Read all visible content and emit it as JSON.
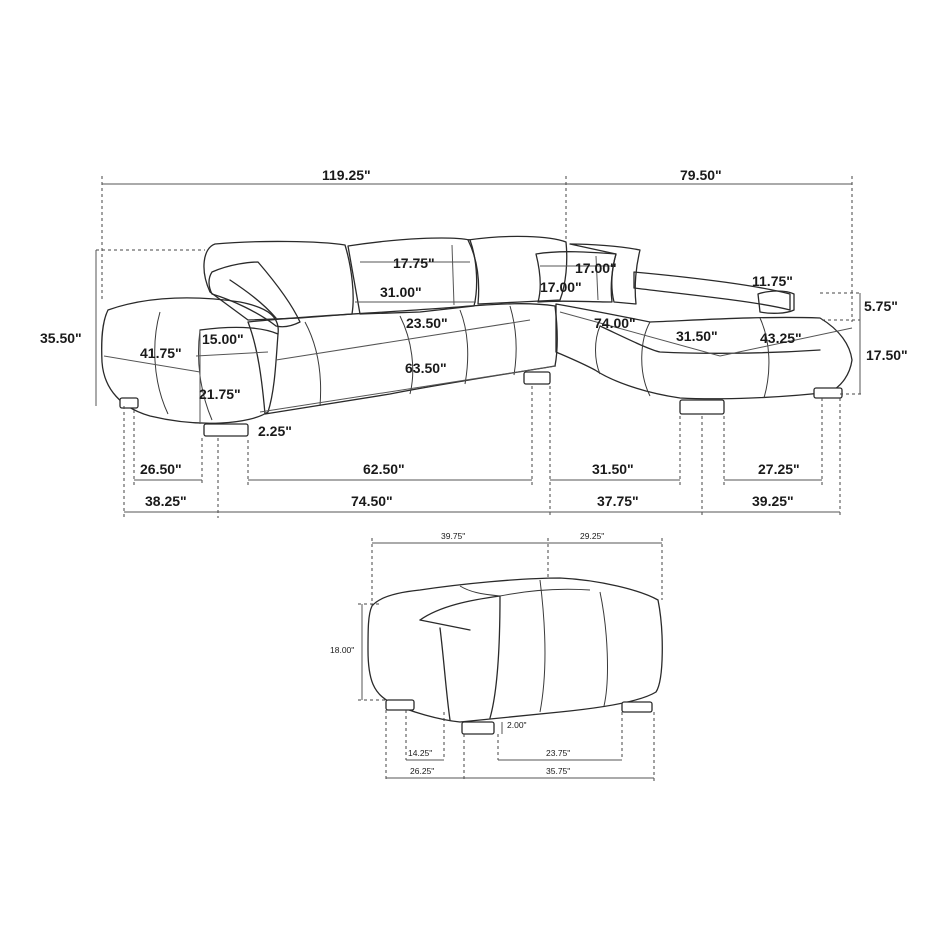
{
  "sectional": {
    "overall_width": "119.25\"",
    "chaise_width": "79.50\"",
    "overall_height": "35.50\"",
    "back_cushion_height": "17.75\"",
    "back_cushion_width": "31.00\"",
    "seat_depth_inner": "23.50\"",
    "pillow_width": "17.00\"",
    "pillow_height": "17.00\"",
    "chaise_length": "74.00\"",
    "armrest_width": "11.75\"",
    "armrest_height": "5.75\"",
    "chaise_cushion_width": "31.50\"",
    "chaise_depth": "43.25\"",
    "seat_height": "17.50\"",
    "arm_depth": "41.75\"",
    "arm_width": "15.00\"",
    "seat_length": "63.50\"",
    "arm_height": "21.75\"",
    "leg_height": "2.25\"",
    "bottom_row_1": [
      "26.50\"",
      "62.50\"",
      "31.50\"",
      "27.25\""
    ],
    "bottom_row_2": [
      "38.25\"",
      "74.50\"",
      "37.75\"",
      "39.25\""
    ]
  },
  "ottoman": {
    "top_left": "39.75\"",
    "top_right": "29.25\"",
    "height": "18.00\"",
    "leg_height": "2.00\"",
    "bottom_row_1": [
      "14.25\"",
      "23.75\""
    ],
    "bottom_row_2": [
      "26.25\"",
      "35.75\""
    ]
  }
}
